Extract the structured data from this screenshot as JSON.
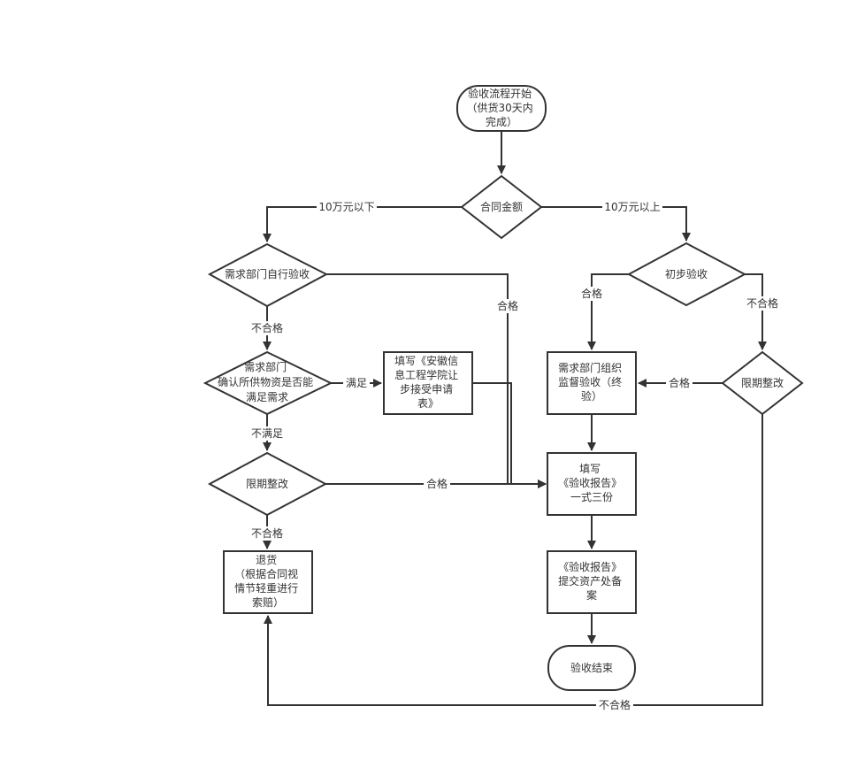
{
  "nodes": {
    "start": [
      "验收流程开始",
      "（供货30天内",
      "完成）"
    ],
    "contract_amount": [
      "合同金额"
    ],
    "dept_self_check": [
      "需求部门自行验收"
    ],
    "dept_confirm": [
      "需求部门",
      "确认所供物资是否能",
      "满足需求"
    ],
    "fill_form": [
      "填写《安徽信",
      "息工程学院让",
      "步接受申请",
      "表》"
    ],
    "rectify_left": [
      "限期整改"
    ],
    "return_goods": [
      "退货",
      "（根据合同视",
      "情节轻重进行",
      "索赔）"
    ],
    "preliminary": [
      "初步验收"
    ],
    "rectify_right": [
      "限期整改"
    ],
    "org_final": [
      "需求部门组织",
      "监督验收（终",
      "验）"
    ],
    "fill_report": [
      "填写",
      "《验收报告》",
      "一式三份"
    ],
    "submit_report": [
      "《验收报告》",
      "提交资产处备",
      "案"
    ],
    "end": [
      "验收结束"
    ]
  },
  "edge_labels": {
    "below_10w": "10万元以下",
    "above_10w": "10万元以上",
    "pass_self": "合格",
    "fail_self": "不合格",
    "satisfied": "满足",
    "not_satisfied": "不满足",
    "pass_rectify_left": "合格",
    "fail_rectify_left": "不合格",
    "pass_preliminary": "合格",
    "fail_preliminary": "不合格",
    "pass_rectify_right": "合格",
    "fail_rectify_right": "不合格"
  }
}
